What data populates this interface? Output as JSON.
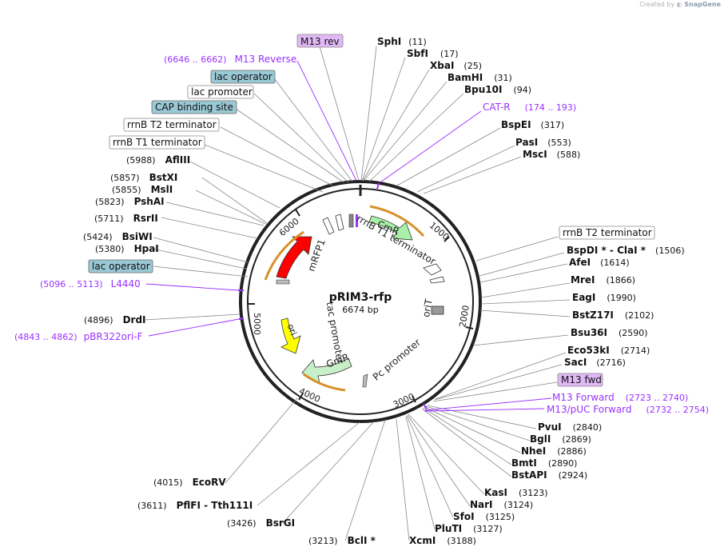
{
  "attribution": {
    "prefix": "Created by",
    "brand": "SnapGene"
  },
  "plasmid": {
    "name": "pRIM3-rfp",
    "size": "6674 bp"
  },
  "ticks": [
    "1000",
    "2000",
    "3000",
    "4000",
    "5000",
    "6000"
  ],
  "features_on_map": [
    {
      "label": "CmR",
      "color": "#a8f0a8"
    },
    {
      "label": "rrnB T1 terminator"
    },
    {
      "label": "oriT"
    },
    {
      "label": "Pc promoter"
    },
    {
      "label": "GmR",
      "color": "#c8f0c8"
    },
    {
      "label": "ori",
      "color": "#ffff00"
    },
    {
      "label": "tac promoter"
    },
    {
      "label": "mRFP1",
      "color": "#ff0000"
    }
  ],
  "sites": [
    {
      "name": "SphI",
      "pos": "(11)"
    },
    {
      "name": "SbfI",
      "pos": "(17)"
    },
    {
      "name": "XbaI",
      "pos": "(25)"
    },
    {
      "name": "BamHI",
      "pos": "(31)"
    },
    {
      "name": "Bpu10I",
      "pos": "(94)"
    },
    {
      "name": "CAT-R",
      "pos": "(174 .. 193)"
    },
    {
      "name": "BspEI",
      "pos": "(317)"
    },
    {
      "name": "PasI",
      "pos": "(553)"
    },
    {
      "name": "MscI",
      "pos": "(588)"
    },
    {
      "name": "rrnB T2 terminator",
      "pos": ""
    },
    {
      "name": "BspDI *  -  ClaI *",
      "pos": "(1506)"
    },
    {
      "name": "AfeI",
      "pos": "(1614)"
    },
    {
      "name": "MreI",
      "pos": "(1866)"
    },
    {
      "name": "EagI",
      "pos": "(1990)"
    },
    {
      "name": "BstZ17I",
      "pos": "(2102)"
    },
    {
      "name": "Bsu36I",
      "pos": "(2590)"
    },
    {
      "name": "Eco53kI",
      "pos": "(2714)"
    },
    {
      "name": "SacI",
      "pos": "(2716)"
    },
    {
      "name": "M13 fwd",
      "pos": ""
    },
    {
      "name": "M13 Forward",
      "pos": "(2723 .. 2740)"
    },
    {
      "name": "M13/pUC Forward",
      "pos": "(2732 .. 2754)"
    },
    {
      "name": "PvuI",
      "pos": "(2840)"
    },
    {
      "name": "BglI",
      "pos": "(2869)"
    },
    {
      "name": "NheI",
      "pos": "(2886)"
    },
    {
      "name": "BmtI",
      "pos": "(2890)"
    },
    {
      "name": "BstAPI",
      "pos": "(2924)"
    },
    {
      "name": "KasI",
      "pos": "(3123)"
    },
    {
      "name": "NarI",
      "pos": "(3124)"
    },
    {
      "name": "SfoI",
      "pos": "(3125)"
    },
    {
      "name": "PluTI",
      "pos": "(3127)"
    },
    {
      "name": "XcmI",
      "pos": "(3188)"
    },
    {
      "name": "BclI *",
      "pos": "(3213)"
    },
    {
      "name": "BsrGI",
      "pos": "(3426)"
    },
    {
      "name": "PflFI  -  Tth111I",
      "pos": "(3611)"
    },
    {
      "name": "EcoRV",
      "pos": "(4015)"
    },
    {
      "name": "pBR322ori-F",
      "pos": "(4843 .. 4862)"
    },
    {
      "name": "DrdI",
      "pos": "(4896)"
    },
    {
      "name": "L4440",
      "pos": "(5096 .. 5113)"
    },
    {
      "name": "lac operator",
      "pos": ""
    },
    {
      "name": "HpaI",
      "pos": "(5380)"
    },
    {
      "name": "BsiWI",
      "pos": "(5424)"
    },
    {
      "name": "RsrII",
      "pos": "(5711)"
    },
    {
      "name": "PshAI",
      "pos": "(5823)"
    },
    {
      "name": "MslI",
      "pos": "(5855)"
    },
    {
      "name": "BstXI",
      "pos": "(5857)"
    },
    {
      "name": "AflIII",
      "pos": "(5988)"
    },
    {
      "name": "rrnB T1 terminator",
      "pos": ""
    },
    {
      "name": "rrnB T2 terminator",
      "pos": ""
    },
    {
      "name": "CAP binding site",
      "pos": ""
    },
    {
      "name": "lac promoter",
      "pos": ""
    },
    {
      "name": "lac operator",
      "pos": ""
    },
    {
      "name": "M13 Reverse",
      "pos": "(6646 .. 6662)"
    },
    {
      "name": "M13 rev",
      "pos": ""
    }
  ]
}
